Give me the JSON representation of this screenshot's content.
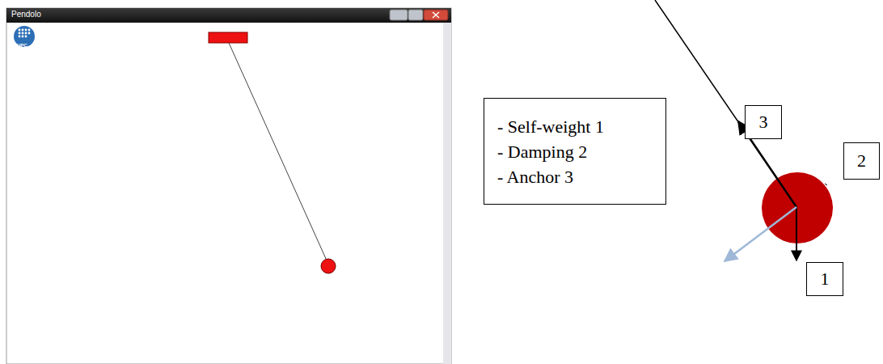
{
  "diagram": {
    "nodes": [
      {
        "text": [
          "- Self-weight 1",
          "- Damping 2",
          "- Anchor 3"
        ]
      },
      {
        "text": [
          "3"
        ]
      },
      {
        "text": [
          "2"
        ]
      },
      {
        "text": [
          "1"
        ]
      }
    ],
    "labels": [
      "Pendolo",
      "UPC"
    ]
  }
}
